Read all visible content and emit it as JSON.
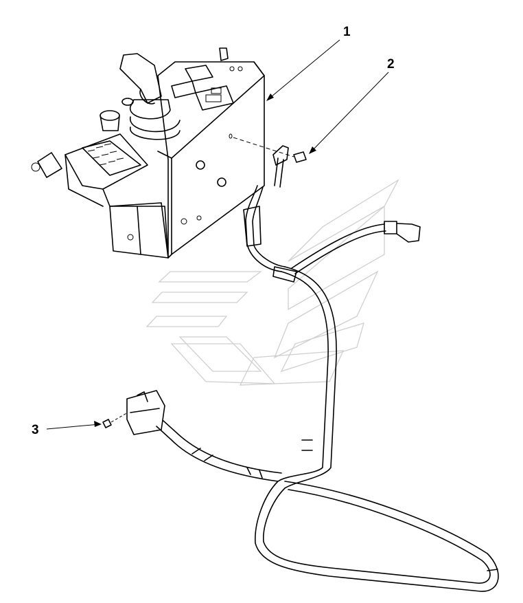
{
  "callouts": [
    {
      "id": "1",
      "label": "1"
    },
    {
      "id": "2",
      "label": "2"
    },
    {
      "id": "3",
      "label": "3"
    }
  ],
  "parts": {
    "1": "control-console",
    "2": "screw",
    "3": "screw"
  },
  "colors": {
    "ink": "#000000",
    "watermark": "#cfcfcf",
    "background": "#ffffff"
  }
}
